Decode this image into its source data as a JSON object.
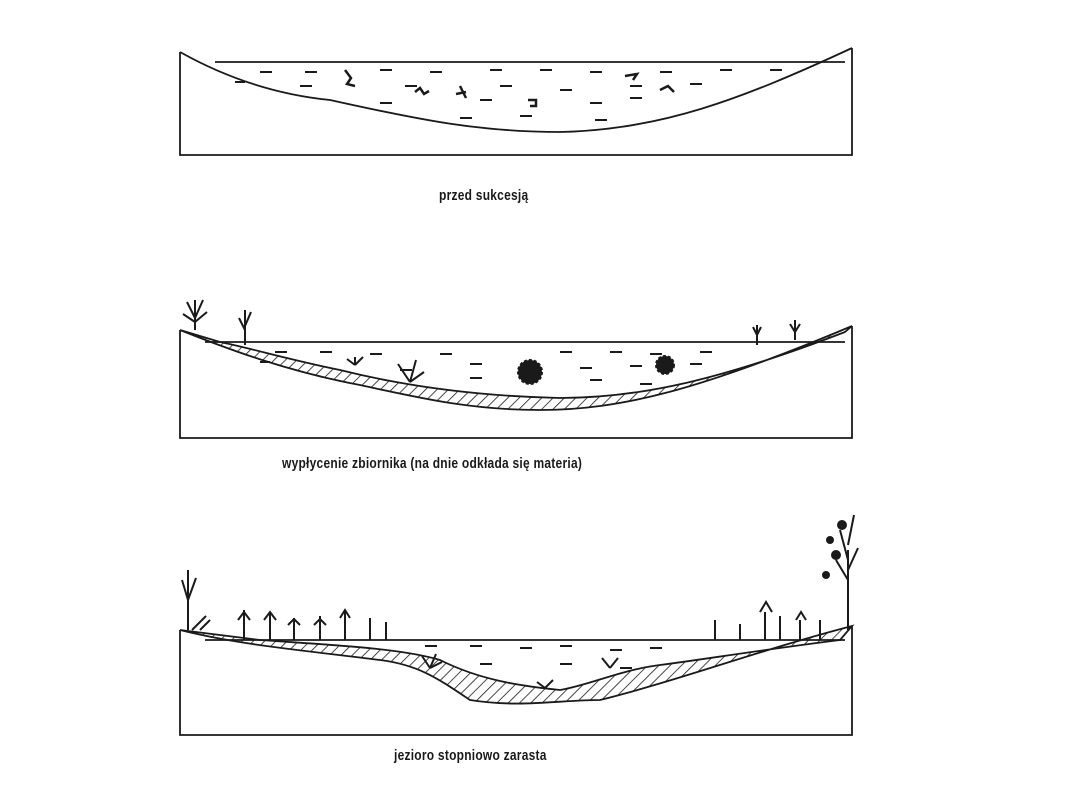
{
  "panels": [
    {
      "caption": "przed sukcesją"
    },
    {
      "caption": "wypłycenie zbiornika (na dnie odkłada się materia)"
    },
    {
      "caption": "jezioro stopniowo zarasta"
    }
  ],
  "colors": {
    "ink": "#1a1a1a",
    "background": "#ffffff"
  }
}
